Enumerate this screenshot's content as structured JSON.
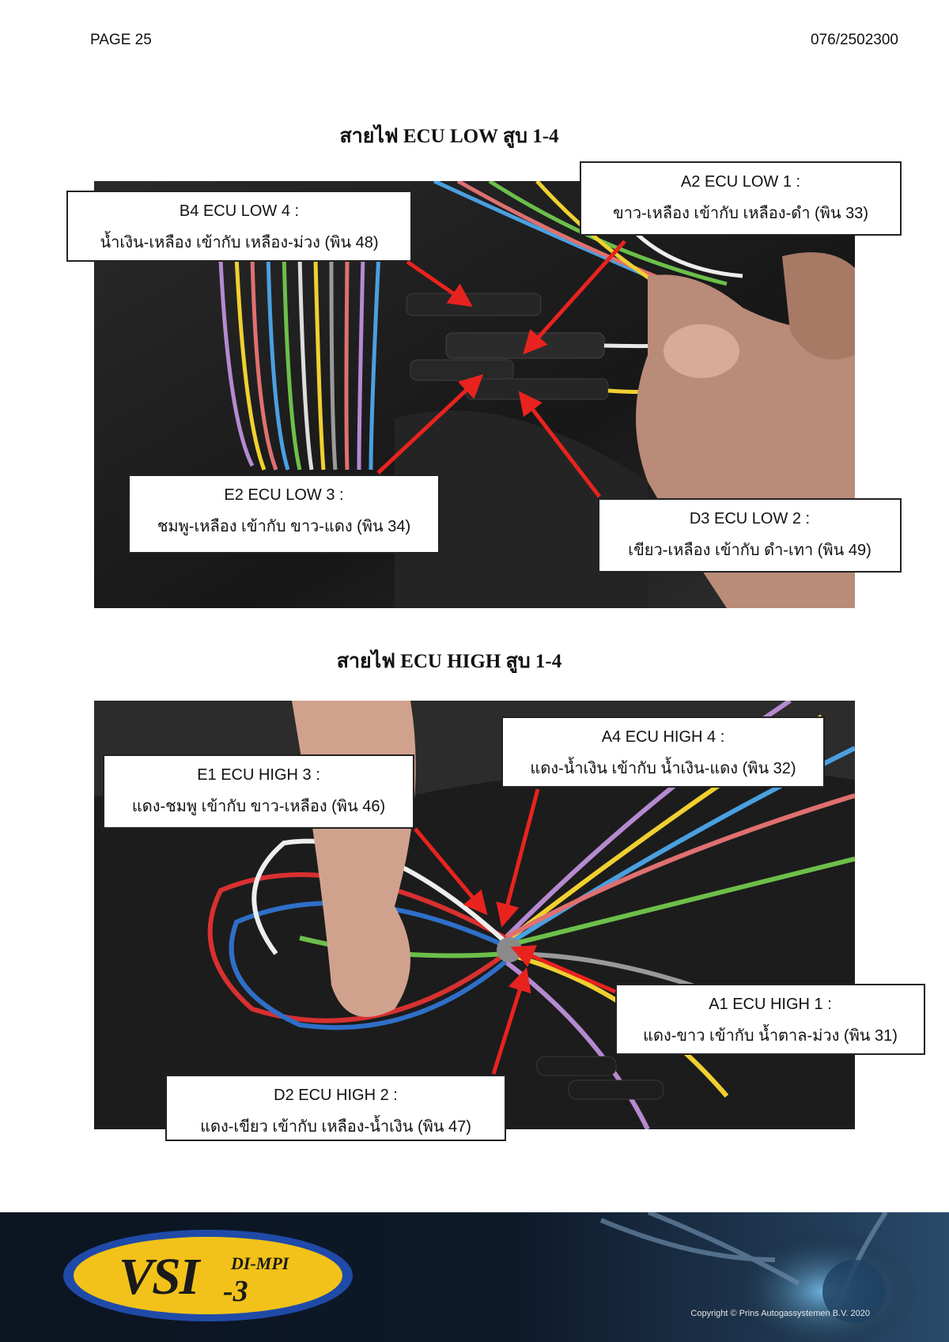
{
  "header": {
    "page_label": "PAGE 25",
    "doc_number": "076/2502300"
  },
  "sections": [
    {
      "title": "สายไฟ ECU LOW สูบ 1-4",
      "callouts": [
        {
          "line1": "B4 ECU LOW 4 :",
          "line2": "น้ำเงิน-เหลือง เข้ากับ เหลือง-ม่วง (พิน 48)"
        },
        {
          "line1": "A2 ECU LOW 1 :",
          "line2": "ขาว-เหลือง เข้ากับ เหลือง-ดำ (พิน 33)"
        },
        {
          "line1": "E2 ECU LOW 3 :",
          "line2": "ชมพู-เหลือง เข้ากับ ขาว-แดง (พิน 34)"
        },
        {
          "line1": "D3 ECU LOW 2 :",
          "line2": "เขียว-เหลือง เข้ากับ ดำ-เทา (พิน 49)"
        }
      ]
    },
    {
      "title": "สายไฟ ECU HIGH สูบ 1-4",
      "callouts": [
        {
          "line1": "E1 ECU HIGH 3 :",
          "line2": "แดง-ชมพู เข้ากับ ขาว-เหลือง (พิน 46)"
        },
        {
          "line1": "A4 ECU HIGH 4 :",
          "line2": "แดง-น้ำเงิน เข้ากับ น้ำเงิน-แดง (พิน 32)"
        },
        {
          "line1": "A1 ECU HIGH 1 :",
          "line2": "แดง-ขาว เข้ากับ น้ำตาล-ม่วง (พิน 31)"
        },
        {
          "line1": "D2 ECU HIGH 2 :",
          "line2": "แดง-เขียว เข้ากับ เหลือง-น้ำเงิน (พิน 47)"
        }
      ]
    }
  ],
  "footer": {
    "logo_main": "VSI",
    "logo_sup": "DI-MPI",
    "logo_num": "-3",
    "copyright": "Copyright © Prins Autogassystemen B.V. 2020"
  },
  "colors": {
    "arrow": "#e8231f",
    "footer_bg": "#0b1420",
    "logo_yellow": "#f2c21a",
    "logo_blue": "#1f4aa8"
  }
}
